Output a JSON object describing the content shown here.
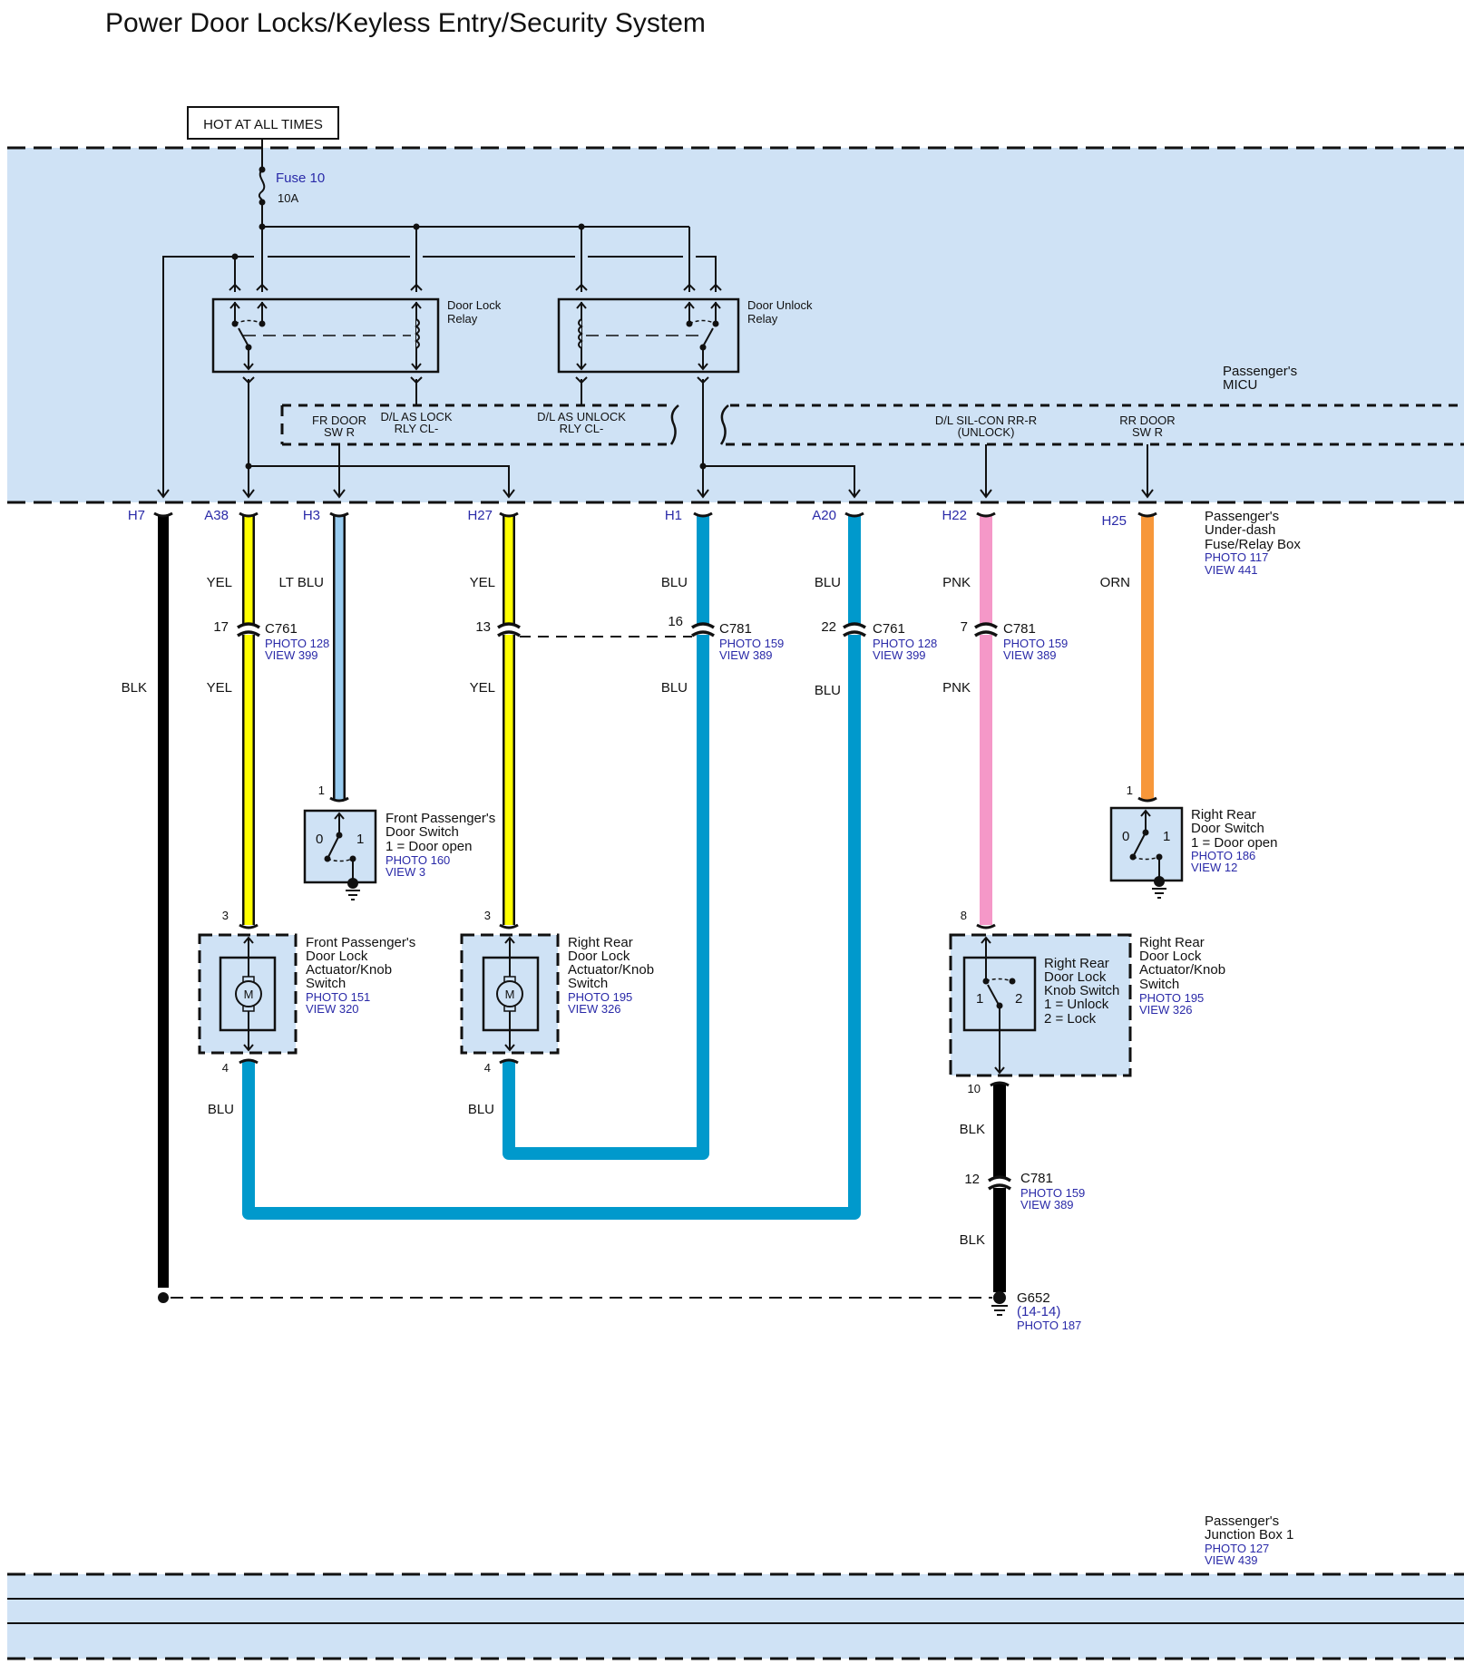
{
  "title": "Power Door Locks/Keyless Entry/Security System",
  "power_source": "HOT AT ALL TIMES",
  "fuse": {
    "name": "Fuse 10",
    "rating": "10A"
  },
  "relays": [
    {
      "id": "door-lock-relay",
      "label_line1": "Door Lock",
      "label_line2": "Relay"
    },
    {
      "id": "door-unlock-relay",
      "label_line1": "Door Unlock",
      "label_line2": "Relay"
    }
  ],
  "micu": {
    "label_line1": "Passenger's",
    "label_line2": "MICU",
    "terminals": [
      {
        "line1": "FR DOOR",
        "line2": "SW R"
      },
      {
        "line1": "D/L AS LOCK",
        "line2": "RLY CL-"
      },
      {
        "line1": "D/L AS UNLOCK",
        "line2": "RLY CL-"
      },
      {
        "line1": "D/L SIL-CON RR-R",
        "line2": "(UNLOCK)"
      },
      {
        "line1": "RR DOOR",
        "line2": "SW R"
      }
    ]
  },
  "fuse_box": {
    "label_line1": "Passenger's",
    "label_line2": "Under-dash",
    "label_line3": "Fuse/Relay Box",
    "photo": "PHOTO 117",
    "view": "VIEW 441"
  },
  "wires": [
    {
      "pin": "H7",
      "color_name": "BLK",
      "color_hex": "#000000",
      "lower_color_name": "BLK"
    },
    {
      "pin": "A38",
      "color_name": "YEL",
      "color_hex": "#ffff00",
      "lower_color_name": "YEL"
    },
    {
      "pin": "H3",
      "color_name": "LT BLU",
      "color_hex": "#99ccf0"
    },
    {
      "pin": "H27",
      "color_name": "YEL",
      "color_hex": "#ffff00",
      "lower_color_name": "YEL"
    },
    {
      "pin": "H1",
      "color_name": "BLU",
      "color_hex": "#0099cc",
      "lower_color_name": "BLU"
    },
    {
      "pin": "A20",
      "color_name": "BLU",
      "color_hex": "#0099cc",
      "lower_color_name": "BLU"
    },
    {
      "pin": "H22",
      "color_name": "PNK",
      "color_hex": "#f598c8",
      "lower_color_name": "PNK"
    },
    {
      "pin": "H25",
      "color_name": "ORN",
      "color_hex": "#f7973a"
    }
  ],
  "connectors": [
    {
      "pin": "17",
      "name": "C761",
      "photo": "PHOTO 128",
      "view": "VIEW 399"
    },
    {
      "pin": "13",
      "name": ""
    },
    {
      "pin": "16",
      "name": "C781",
      "photo": "PHOTO 159",
      "view": "VIEW 389"
    },
    {
      "pin": "22",
      "name": "C761",
      "photo": "PHOTO 128",
      "view": "VIEW 399"
    },
    {
      "pin": "7",
      "name": "C781",
      "photo": "PHOTO 159",
      "view": "VIEW 389"
    },
    {
      "pin": "12",
      "name": "C781",
      "photo": "PHOTO 159",
      "view": "VIEW 389"
    }
  ],
  "components": {
    "front_door_switch": {
      "pin": "1",
      "line1": "Front Passenger's",
      "line2": "Door Switch",
      "line3": "1 = Door open",
      "photo": "PHOTO 160",
      "view": "VIEW 3",
      "pos0": "0",
      "pos1": "1"
    },
    "rear_door_switch": {
      "pin": "1",
      "line1": "Right Rear",
      "line2": "Door Switch",
      "line3": "1 = Door open",
      "photo": "PHOTO 186",
      "view": "VIEW 12",
      "pos0": "0",
      "pos1": "1"
    },
    "front_actuator": {
      "pin_top": "3",
      "pin_bottom": "4",
      "line1": "Front Passenger's",
      "line2": "Door Lock",
      "line3": "Actuator/Knob",
      "line4": "Switch",
      "photo": "PHOTO 151",
      "view": "VIEW 320",
      "motor": "M",
      "out_wire": "BLU"
    },
    "rear_actuator": {
      "pin_top": "3",
      "pin_bottom": "4",
      "line1": "Right Rear",
      "line2": "Door Lock",
      "line3": "Actuator/Knob",
      "line4": "Switch",
      "photo": "PHOTO 195",
      "view": "VIEW 326",
      "motor": "M",
      "out_wire": "BLU"
    },
    "rear_knob_switch": {
      "pin_top": "8",
      "pin_bottom": "10",
      "inner_line1": "Right Rear",
      "inner_line2": "Door Lock",
      "inner_line3": "Knob Switch",
      "inner_line4": "1 = Unlock",
      "inner_line5": "2 = Lock",
      "pos1": "1",
      "pos2": "2",
      "line1": "Right Rear",
      "line2": "Door Lock",
      "line3": "Actuator/Knob",
      "line4": "Switch",
      "photo": "PHOTO 195",
      "view": "VIEW 326",
      "wire_upper": "BLK",
      "wire_lower": "BLK"
    }
  },
  "ground": {
    "name": "G652",
    "spec": "(14-14)",
    "photo": "PHOTO 187"
  },
  "junction_box": {
    "label_line1": "Passenger's",
    "label_line2": "Junction Box 1",
    "photo": "PHOTO 127",
    "view": "VIEW 439"
  }
}
